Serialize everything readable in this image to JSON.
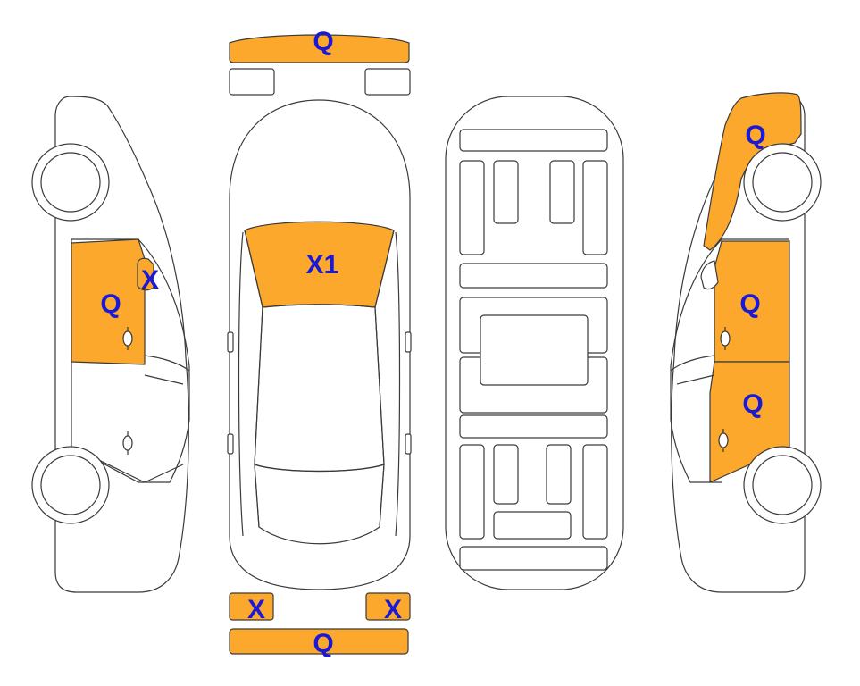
{
  "colors": {
    "damage_fill": "#FBA82D",
    "outline": "#3a3a3a",
    "body_fill": "#ffffff",
    "marker_text": "#1a1ad6"
  },
  "markers": {
    "front_bumper": "Q",
    "windshield": "X1",
    "left_headlight": "X",
    "right_headlight": "X",
    "rear_bumper": "Q",
    "left_front_door": "Q",
    "left_mirror": "X",
    "right_rear_fender": "Q",
    "right_front_door": "Q",
    "right_rear_door": "Q"
  }
}
